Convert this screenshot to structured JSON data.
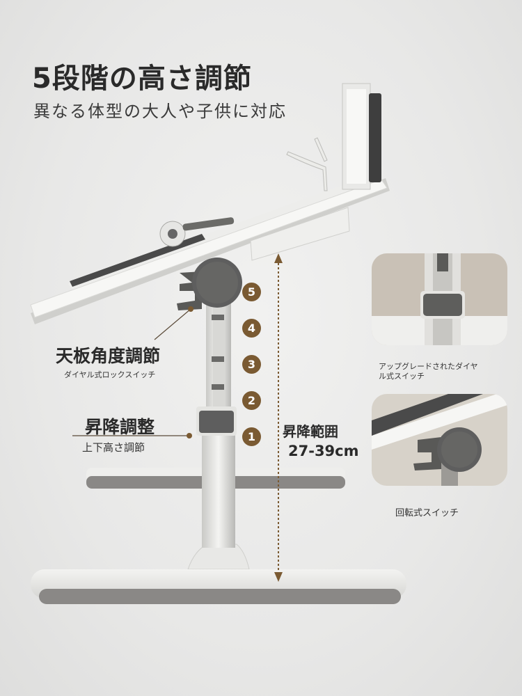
{
  "headline": "5段階の高さ調節",
  "subheadline": "異なる体型の大人や子供に対応",
  "callouts": {
    "tabletop_angle": {
      "title": "天板角度調節",
      "caption": "ダイヤル式ロックスイッチ"
    },
    "height_adjust": {
      "title": "昇降調整",
      "caption": "上下高さ調節"
    }
  },
  "height_steps": [
    "5",
    "4",
    "3",
    "2",
    "1"
  ],
  "range": {
    "label": "昇降範囲",
    "value": "27-39cm"
  },
  "insets": [
    {
      "caption_line1": "アップグレードされたダイヤ",
      "caption_line2": "ル式スイッチ"
    },
    {
      "caption": "回転式スイッチ"
    }
  ],
  "colors": {
    "accent_brown": "#7a5a32",
    "knob_gray": "#5e5e5e",
    "base_gray": "#8a8886",
    "panel_white": "#f7f7f5"
  }
}
